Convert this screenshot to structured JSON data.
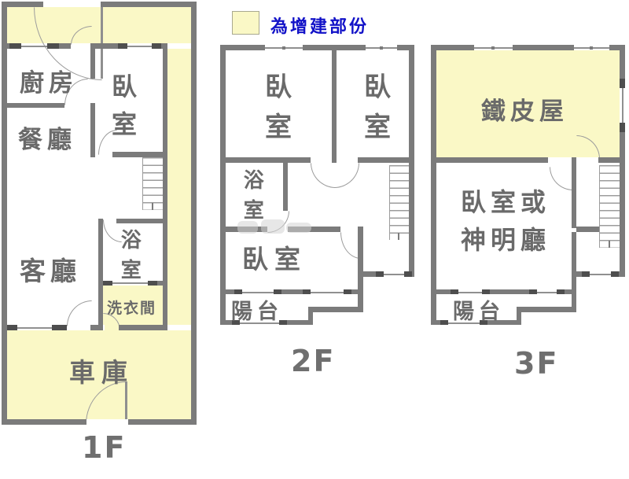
{
  "legend": {
    "label": "為增建部份",
    "swatch_color": "#faf8c6"
  },
  "colors": {
    "addition_fill": "#faf8c6",
    "wall": "#7b7b7b",
    "window_cap": "#4e4e4e",
    "door_arc": "#9c9c9c",
    "room_text": "#6a6a6a",
    "floor_label_text": "#6f6f6f",
    "legend_text": "#1212c8"
  },
  "floors": {
    "f1": {
      "label": "1F",
      "rooms": {
        "kitchen": "廚房",
        "bedroom": "臥室",
        "dining": "餐廳",
        "living": "客廳",
        "bath": "浴室",
        "laundry": "洗衣間",
        "garage": "車庫"
      }
    },
    "f2": {
      "label": "2F",
      "rooms": {
        "bedroom_a": "臥室",
        "bedroom_b": "臥室",
        "bath": "浴室",
        "bedroom_c": "臥室",
        "balcony": "陽台"
      }
    },
    "f3": {
      "label": "3F",
      "rooms": {
        "metal_house": "鐵皮屋",
        "main_room_line1": "臥室或",
        "main_room_line2": "神明廳",
        "balcony": "陽台"
      }
    }
  }
}
